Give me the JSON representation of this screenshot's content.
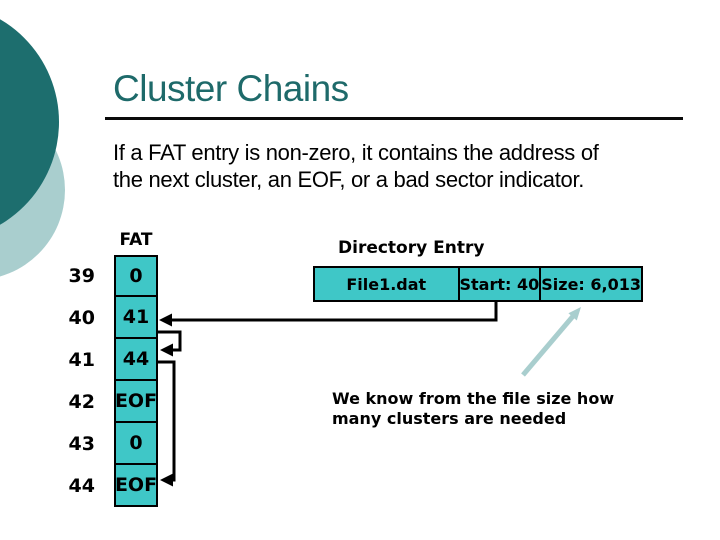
{
  "slide": {
    "title": "Cluster Chains",
    "body": {
      "lines": [
        "If a FAT entry is non-zero, it contains the address of",
        "the next cluster, an EOF, or a bad sector indicator."
      ]
    },
    "fat": {
      "label": "FAT",
      "rows": [
        {
          "index": "39",
          "value": "0"
        },
        {
          "index": "40",
          "value": "41"
        },
        {
          "index": "41",
          "value": "44"
        },
        {
          "index": "42",
          "value": "EOF"
        },
        {
          "index": "43",
          "value": "0"
        },
        {
          "index": "44",
          "value": "EOF"
        }
      ]
    },
    "directory": {
      "label": "Directory Entry",
      "filename": "File1.dat",
      "start": "Start: 40",
      "size": "Size: 6,013"
    },
    "note": {
      "lines": [
        "We know from the file size how",
        "many clusters are needed"
      ]
    },
    "colors": {
      "dark_teal_circle": "#1d6e6e",
      "light_teal_circle": "#a9cece",
      "cell_fill": "#3fc7c7",
      "title_text": "#1e6a6a",
      "annotation_arrow": "#a9cece",
      "connector_black": "#000000"
    }
  }
}
